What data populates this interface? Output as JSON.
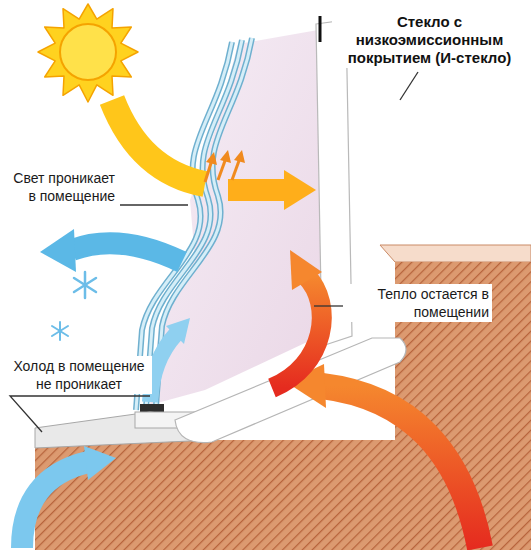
{
  "diagram": {
    "labels": [
      "Стекло с низкоэмиссионным покрытием (И-стекло)",
      "Свет проникает в помещение",
      "Тепло остается в помещении",
      "Холод в помещение не проникает"
    ]
  }
}
